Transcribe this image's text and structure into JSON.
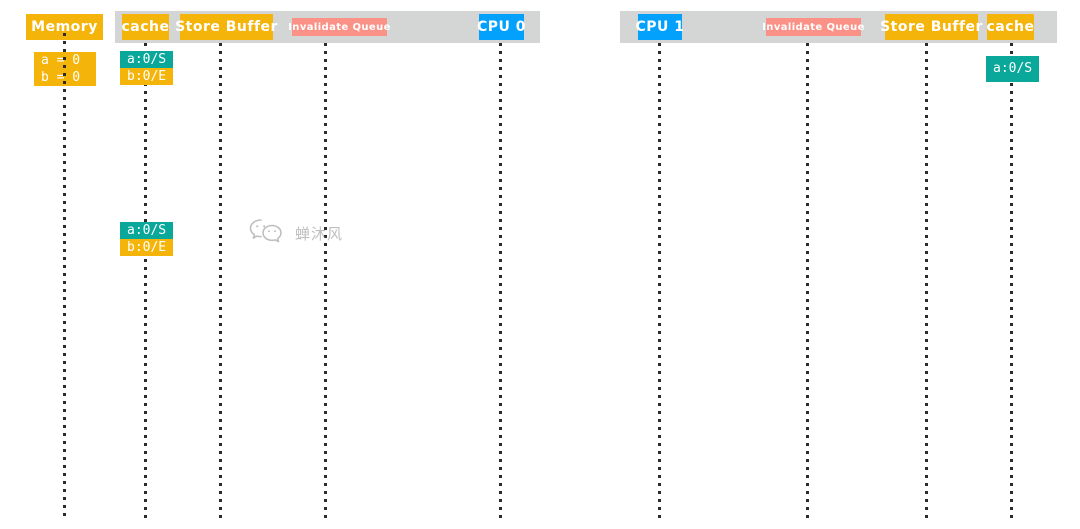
{
  "diagram": {
    "title": "MESI cache coherence timeline",
    "colors": {
      "amber": "#f5b40a",
      "pink": "#fb9287",
      "blue": "#03a1fc",
      "teal": "#0aa79b",
      "header_band": "#d4d6d6",
      "lifeline": "#2b2b2b",
      "background": "#ffffff"
    }
  },
  "left_panel": {
    "memory": {
      "label": "Memory",
      "values": [
        {
          "text": "a = 0",
          "color": "amber"
        },
        {
          "text": "b = 0",
          "color": "amber"
        }
      ]
    },
    "lanes": [
      {
        "label": "cache",
        "style": "amber"
      },
      {
        "label": "Store Buffer",
        "style": "amber"
      },
      {
        "label": "Invalidate Queue",
        "style": "pink"
      },
      {
        "label": "CPU 0",
        "style": "blue"
      }
    ],
    "cache_states_top": [
      {
        "text": "a:0/S",
        "color": "teal"
      },
      {
        "text": "b:0/E",
        "color": "amber"
      }
    ],
    "cache_states_mid": [
      {
        "text": "a:0/S",
        "color": "teal"
      },
      {
        "text": "b:0/E",
        "color": "amber"
      }
    ]
  },
  "right_panel": {
    "lanes": [
      {
        "label": "CPU 1",
        "style": "blue"
      },
      {
        "label": "Invalidate Queue",
        "style": "pink"
      },
      {
        "label": "Store Buffer",
        "style": "amber"
      },
      {
        "label": "cache",
        "style": "amber"
      }
    ],
    "cache_states_top": [
      {
        "text": "a:0/S",
        "color": "teal"
      }
    ]
  },
  "watermark": {
    "text": "蝉沐风",
    "icon": "wechat-icon"
  }
}
